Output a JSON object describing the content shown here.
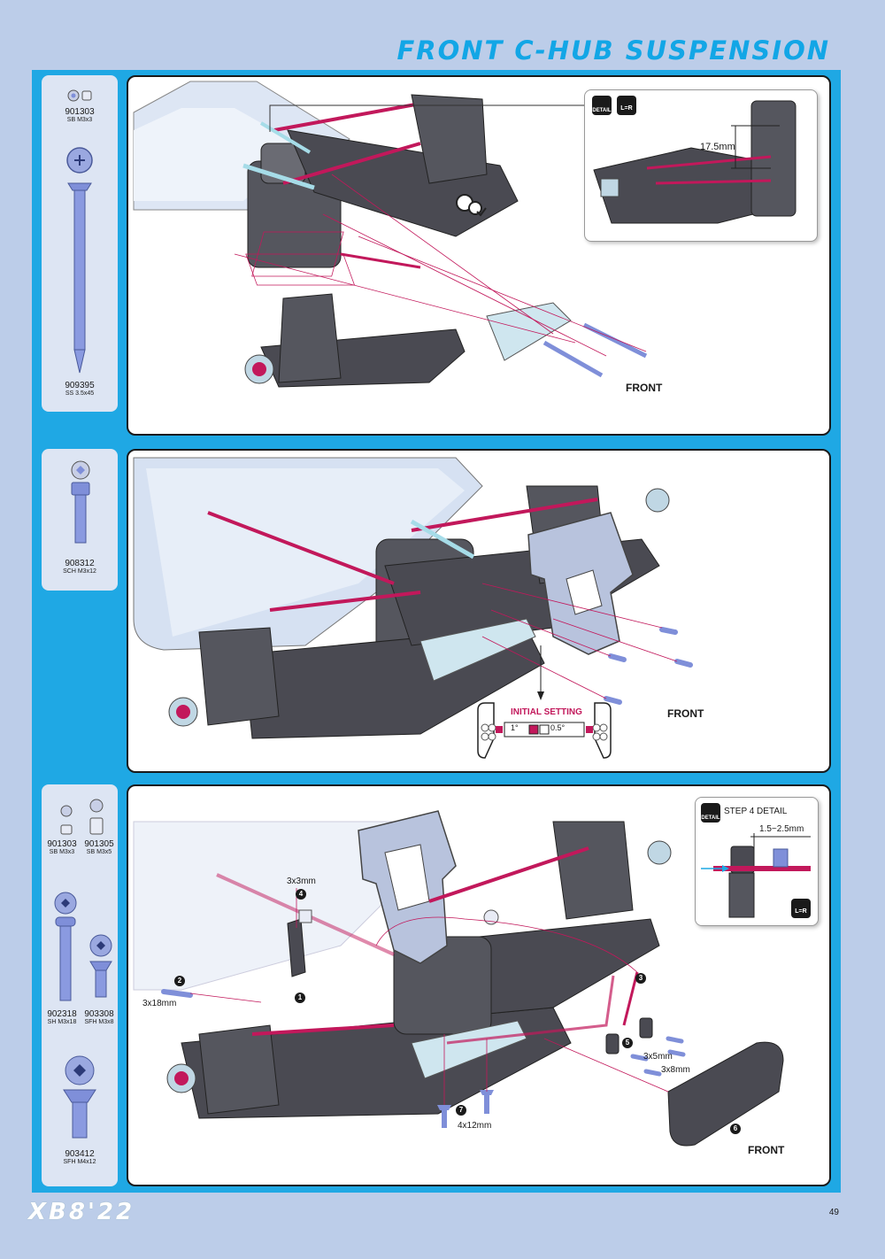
{
  "page": {
    "title": "FRONT C-HUB SUSPENSION",
    "logo": "XB8'22",
    "page_number": "49"
  },
  "step1": {
    "parts": [
      {
        "code": "901303",
        "desc": "SB M3x3"
      },
      {
        "code": "909395",
        "desc": "SS 3.5x45"
      }
    ],
    "detail_dimension": "17.5mm",
    "detail_badge": "DETAIL",
    "lr_badge": "L=R",
    "front_label": "FRONT"
  },
  "step2": {
    "parts": [
      {
        "code": "908312",
        "desc": "SCH M3x12"
      }
    ],
    "initial_setting_label": "INITIAL SETTING",
    "angle_a": "1°",
    "angle_b": "0.5°",
    "front_label": "FRONT"
  },
  "step3": {
    "parts": [
      {
        "code": "901303",
        "desc": "SB M3x3"
      },
      {
        "code": "901305",
        "desc": "SB M3x5"
      },
      {
        "code": "902318",
        "desc": "SH M3x18"
      },
      {
        "code": "903308",
        "desc": "SFH M3x8"
      },
      {
        "code": "903412",
        "desc": "SFH M4x12"
      }
    ],
    "callouts": [
      {
        "num": "1",
        "label": ""
      },
      {
        "num": "2",
        "label": "3x18mm"
      },
      {
        "num": "3",
        "label": ""
      },
      {
        "num": "4",
        "label": "3x3mm"
      },
      {
        "num": "5",
        "label": "3x5mm"
      },
      {
        "num": "5",
        "label": "3x8mm"
      },
      {
        "num": "6",
        "label": ""
      },
      {
        "num": "7",
        "label": "4x12mm"
      }
    ],
    "detail_title": "STEP 4 DETAIL",
    "detail_dimension": "1.5~2.5mm",
    "detail_badge": "DETAIL",
    "lr_badge": "L=R",
    "front_label": "FRONT"
  },
  "colors": {
    "frame_blue": "#1fa8e4",
    "title_blue": "#12a6e6",
    "magenta": "#c2185b",
    "part_blue": "#7f8fd9",
    "part_grey": "#4a4a52"
  }
}
